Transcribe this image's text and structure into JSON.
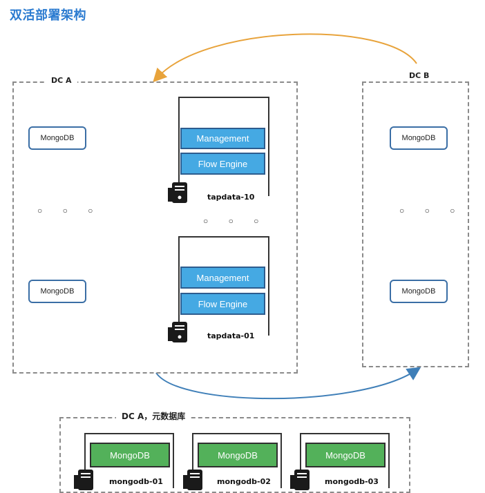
{
  "title": "双活部署架构",
  "dc_a": {
    "label": "DC A",
    "mongo_nodes": [
      "MongoDB",
      "MongoDB"
    ],
    "ellipsis": "○ ○ ○",
    "servers": [
      {
        "management": "Management",
        "flow_engine": "Flow Engine",
        "name": "tapdata-10"
      },
      {
        "management": "Management",
        "flow_engine": "Flow Engine",
        "name": "tapdata-01"
      }
    ],
    "server_ellipsis": "○ ○ ○"
  },
  "dc_b": {
    "label": "DC B",
    "mongo_nodes": [
      "MongoDB",
      "MongoDB"
    ],
    "ellipsis": "○ ○ ○"
  },
  "meta_db": {
    "label": "DC A，元数据库",
    "nodes": [
      {
        "db": "MongoDB",
        "name": "mongodb-01"
      },
      {
        "db": "MongoDB",
        "name": "mongodb-02"
      },
      {
        "db": "MongoDB",
        "name": "mongodb-03"
      }
    ]
  },
  "colors": {
    "title": "#2b7bd0",
    "orange_arrow": "#e8a33b",
    "blue_arrow": "#3f7fb8",
    "blue_bar": "#45a9e3",
    "green_bar": "#53b15a"
  },
  "icons": [
    "server-icon"
  ]
}
